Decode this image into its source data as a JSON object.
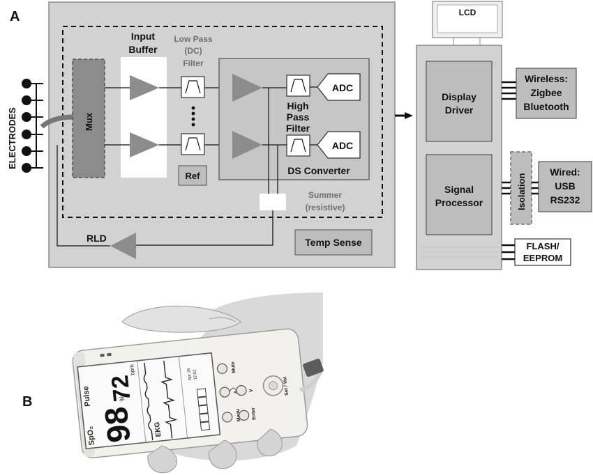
{
  "panel_a": {
    "letter": "A",
    "electrodes_label": "ELECTRODES",
    "mux": "Mux",
    "input_buffer": [
      "Input",
      "Buffer"
    ],
    "low_pass": [
      "Low Pass",
      "(DC)",
      "Filter"
    ],
    "ref": "Ref",
    "high_pass": [
      "High",
      "Pass",
      "Filter"
    ],
    "adc_top": "ADC",
    "adc_bottom": "ADC",
    "ds_converter": "DS Converter",
    "summer": [
      "Summer",
      "(resistive)"
    ],
    "rld": "RLD",
    "temp_sense": "Temp Sense",
    "lcd": "LCD",
    "display_driver": [
      "Display",
      "Driver"
    ],
    "signal_processor": [
      "Signal",
      "Processor"
    ],
    "isolation": "Isolation",
    "wireless": [
      "Wireless:",
      "Zigbee",
      "Bluetooth"
    ],
    "wired": [
      "Wired:",
      "USB",
      "RS232"
    ],
    "flash": [
      "FLASH/",
      "EEPROM"
    ]
  },
  "panel_b": {
    "letter": "B",
    "spo2_label": "SpO₂",
    "spo2_value": "98",
    "spo2_unit": "%",
    "pulse_label": "Pulse",
    "pulse_value": "72",
    "pulse_unit": "bpm",
    "ekg_label": "EKG",
    "date": "Apr 28",
    "time": "12:52",
    "mute": "Mute",
    "menu": "Menu",
    "enter": "Enter",
    "set_vol": "Set / Vol",
    "up": "Λ",
    "down": "V"
  }
}
